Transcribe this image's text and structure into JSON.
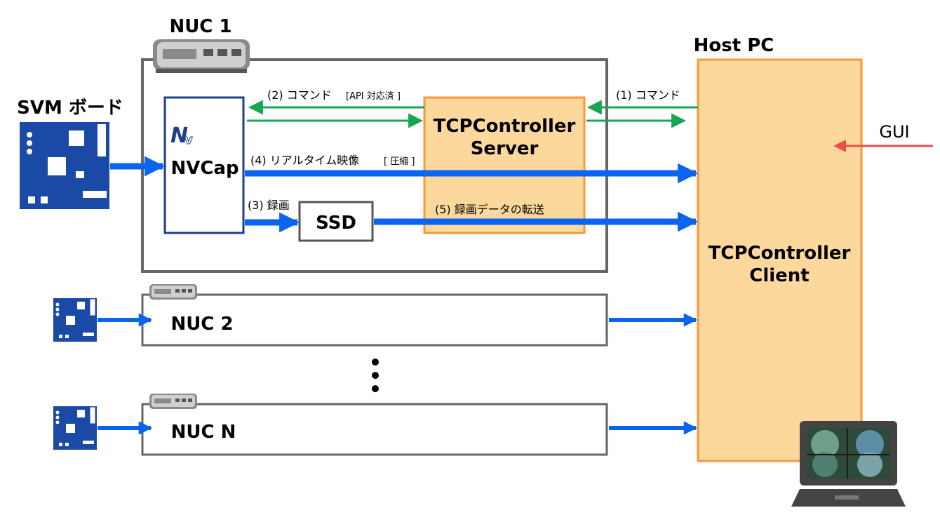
{
  "title_nuc1": "NUC 1",
  "title_host": "Host PC",
  "title_svm": "SVM ボード",
  "nvcap_label": "NVCap",
  "nvcap_logo_letter": "N",
  "server_label_line1": "TCPController",
  "server_label_line2": "Server",
  "client_label_line1": "TCPController",
  "client_label_line2": "Client",
  "ssd_label": "SSD",
  "nuc2_label": "NUC 2",
  "nucn_label": "NUC N",
  "gui_label": "GUI",
  "edges": {
    "cmd1": "(1) コマンド",
    "cmd2": "(2) コマンド",
    "cmd2_note": "[API 対応済 ]",
    "rec3": "(3) 録画",
    "rt4": "(4) リアルタイム映像",
    "rt4_note": "[ 圧縮 ]",
    "xfer5": "(5) 録画データの転送"
  },
  "colors": {
    "blue_arrow": "#0a64f0",
    "green_arrow": "#19a552",
    "red_arrow": "#ee4b4b",
    "orange_border": "#f7983a",
    "orange_fill": "#fdd89c",
    "gray_border": "#666666",
    "navy_border": "#1c3f87",
    "board_blue": "#1b4aa6"
  }
}
